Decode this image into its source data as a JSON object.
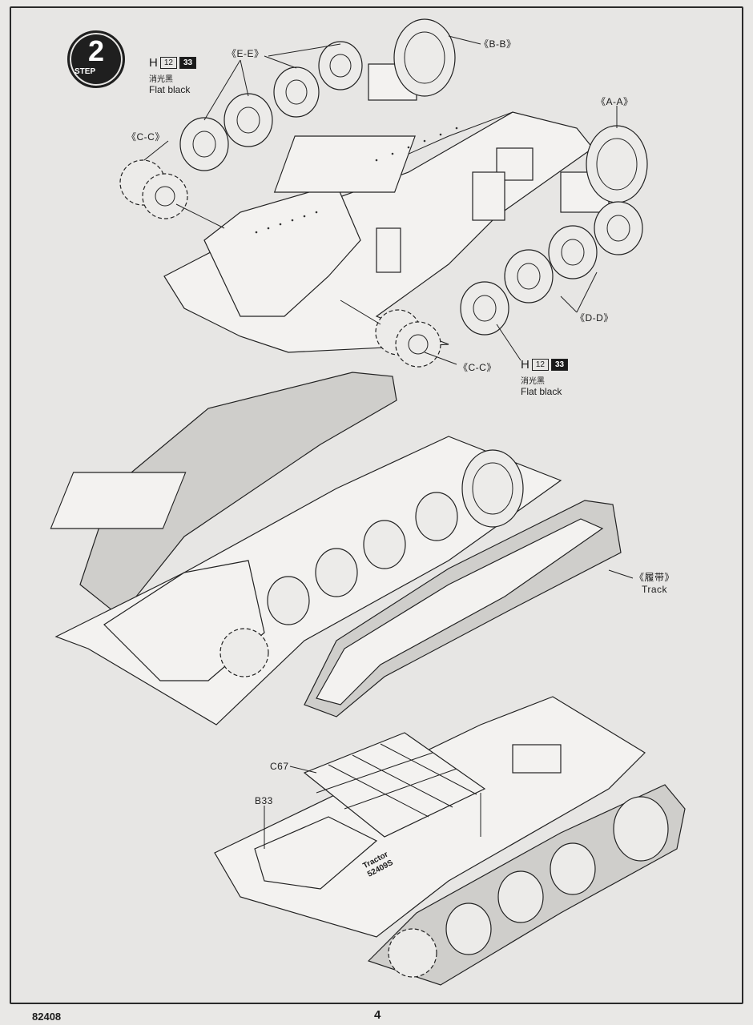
{
  "step": {
    "number": "2",
    "label": "STEP"
  },
  "paint_top": {
    "letter": "H",
    "code1": "12",
    "code2": "33",
    "cn": "消光黑",
    "en": "Flat black"
  },
  "paint_bottom": {
    "letter": "H",
    "code1": "12",
    "code2": "33",
    "cn": "消光黑",
    "en": "Flat black"
  },
  "callouts": {
    "ee": "《E-E》",
    "bb": "《B-B》",
    "aa": "《A-A》",
    "cc_left": "《C-C》",
    "cc_right": "《C-C》",
    "dd": "《D-D》"
  },
  "track": {
    "cn": "《履带》",
    "en": "Track"
  },
  "parts": {
    "c67": "C67",
    "b33": "B33"
  },
  "hull_marking": {
    "line1": "Tractor",
    "line2": "52409S"
  },
  "footer": {
    "code": "82408",
    "page": "4"
  }
}
